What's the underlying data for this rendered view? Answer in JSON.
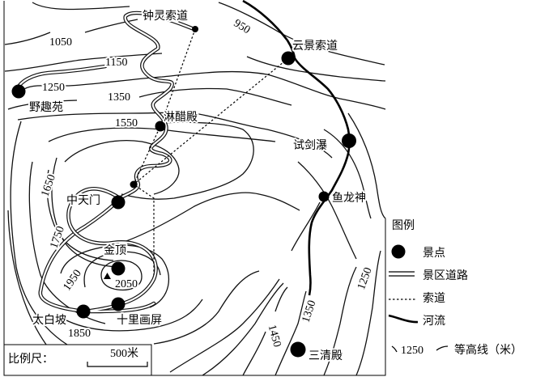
{
  "spots": [
    {
      "name": "钟灵索道"
    },
    {
      "name": "云景索道"
    },
    {
      "name": "野趣苑"
    },
    {
      "name": "淋醋殿"
    },
    {
      "name": "试剑瀑"
    },
    {
      "name": "中天门"
    },
    {
      "name": "鱼龙神"
    },
    {
      "name": "金顶"
    },
    {
      "name": "太白坡"
    },
    {
      "name": "十里画屏"
    },
    {
      "name": "三清殿"
    }
  ],
  "contour_labels": [
    "1050",
    "950",
    "1150",
    "1250",
    "1350",
    "1550",
    "1650",
    "1750",
    "1950",
    "2050",
    "1850",
    "1250",
    "1350",
    "1450"
  ],
  "peak": {
    "elevation": "2050"
  },
  "legend": {
    "title": "图例",
    "spot": "景点",
    "road": "景区道路",
    "cableway": "索道",
    "river": "河流",
    "contour_value": "1250",
    "contour_text": "等高线（米）"
  },
  "scale": {
    "label": "比例尺：",
    "value": "500米"
  },
  "colors": {
    "ink": "#000000",
    "paper": "#ffffff"
  }
}
